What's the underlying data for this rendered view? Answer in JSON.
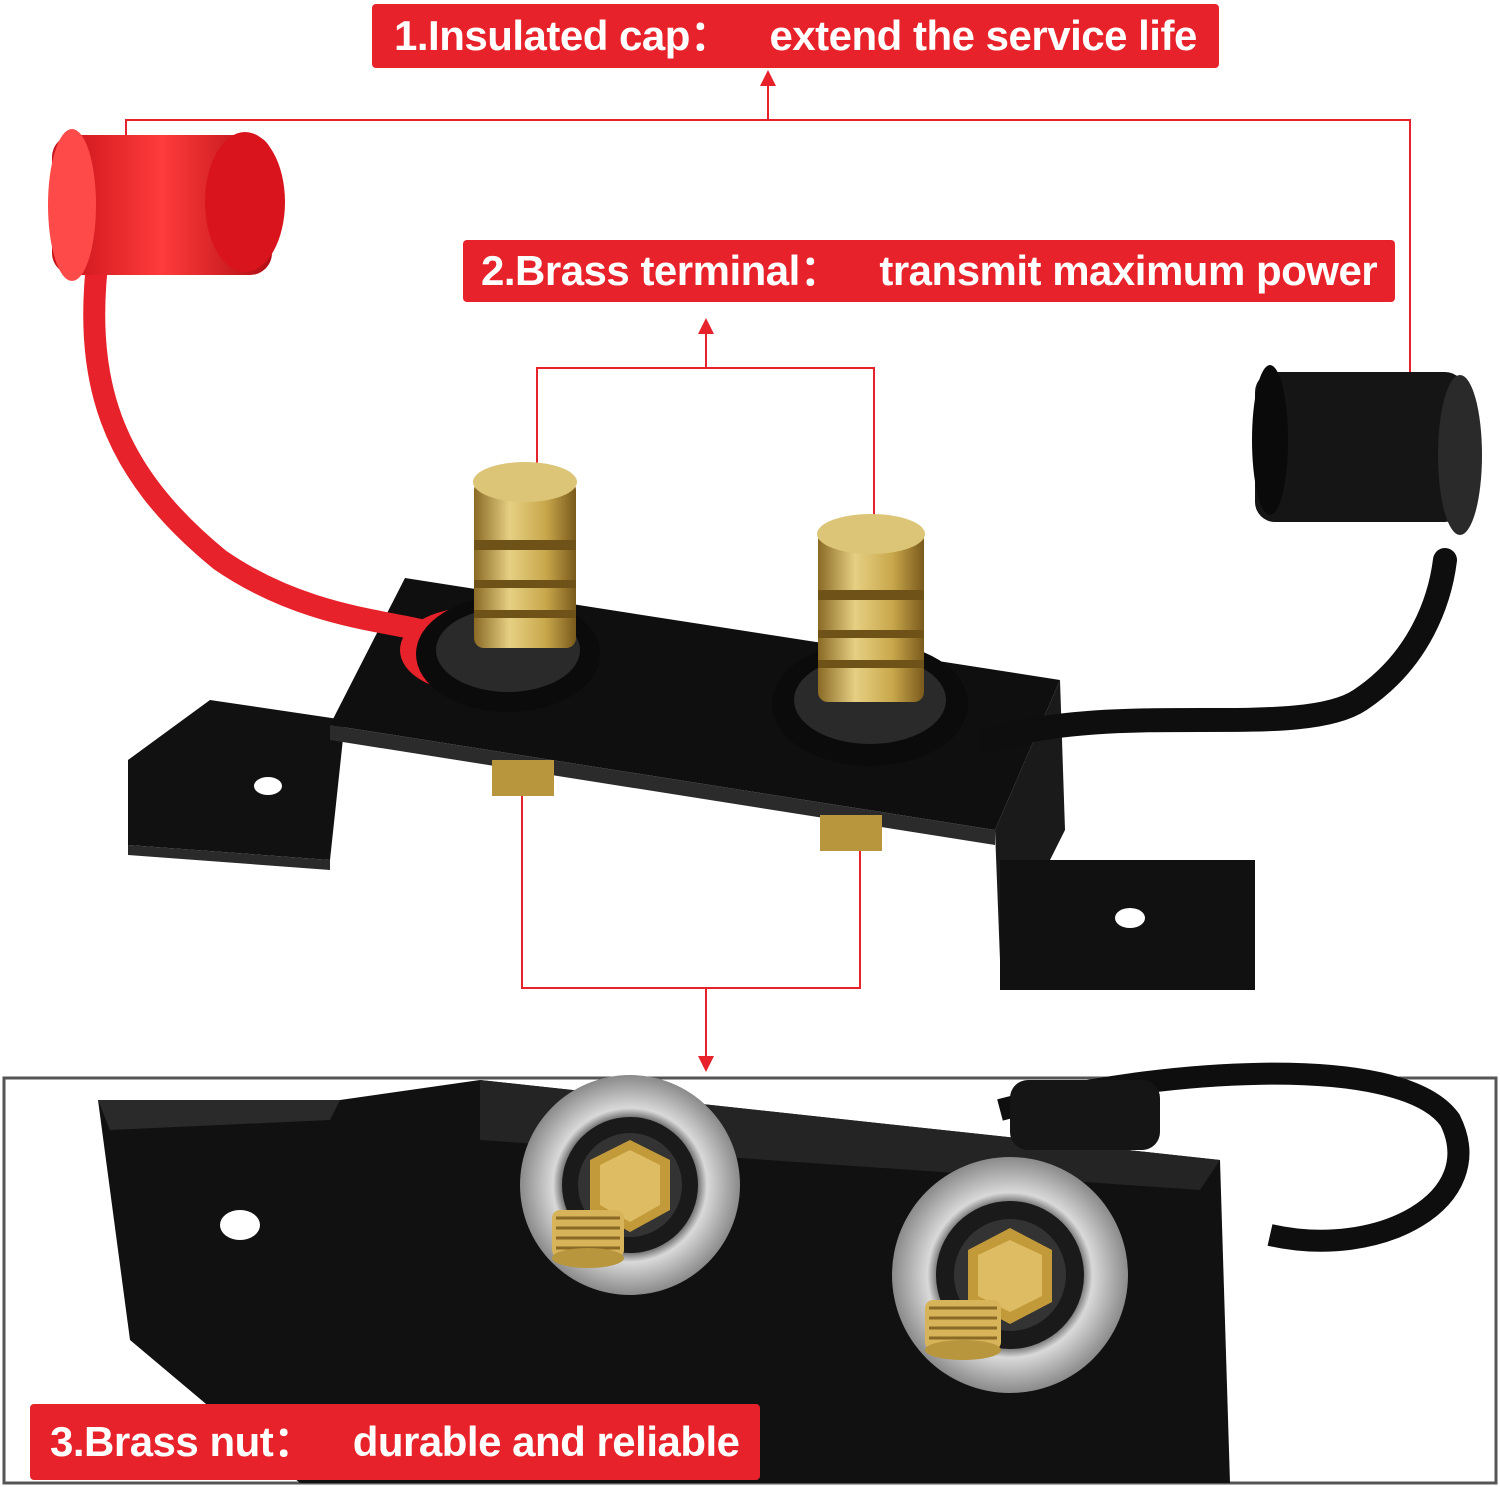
{
  "labels": [
    {
      "title": "1.Insulated cap：",
      "text": "extend the service life"
    },
    {
      "title": "2.Brass terminal：",
      "text": "transmit maximum power"
    },
    {
      "title": "3.Brass nut：",
      "text": "durable and reliable"
    }
  ],
  "colors": {
    "label_bg": "#e8222a",
    "label_text": "#ffffff",
    "bracket": "#111111",
    "brass": "#c9a84c",
    "red_cap": "#e8222a",
    "black_cap": "#111111"
  }
}
